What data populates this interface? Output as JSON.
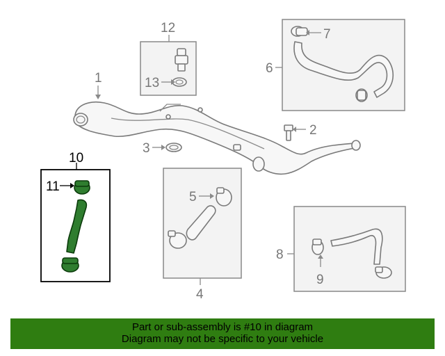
{
  "callouts": {
    "c1": "1",
    "c2": "2",
    "c3": "3",
    "c4": "4",
    "c5": "5",
    "c6": "6",
    "c7": "7",
    "c8": "8",
    "c9": "9",
    "c10": "10",
    "c11": "11",
    "c12": "12",
    "c13": "13"
  },
  "highlight_color": "#2f7d11",
  "banner": {
    "line1": "Part or sub-assembly is #10 in diagram",
    "line2": "Diagram may not be specific to your vehicle"
  }
}
